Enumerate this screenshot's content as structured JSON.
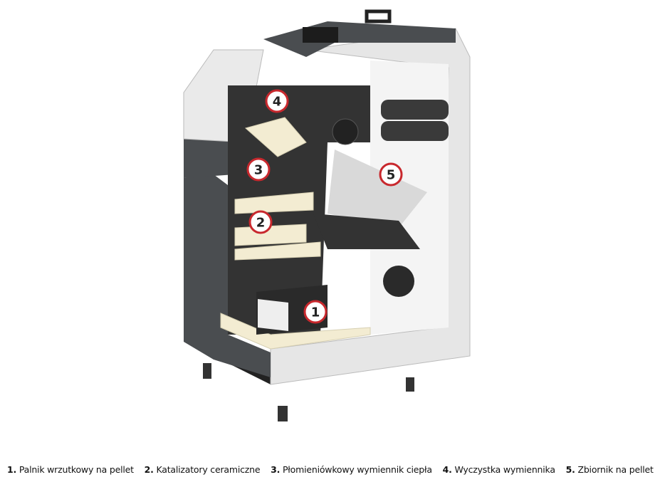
{
  "markers": [
    "1",
    "2",
    "3",
    "4",
    "5"
  ],
  "caption": [
    {
      "num": "1.",
      "label": "Palnik wrzutkowy na pellet"
    },
    {
      "num": "2.",
      "label": "Katalizatory ceramiczne"
    },
    {
      "num": "3.",
      "label": "Płomieniówkowy wymiennik ciepła"
    },
    {
      "num": "4.",
      "label": "Wyczystka wymiennika"
    },
    {
      "num": "5.",
      "label": "Zbiornik na pellet"
    }
  ],
  "colors": {
    "marker_ring": "#c8282d",
    "casing_dark": "#4a4d50",
    "casing_light": "#e8e8e8",
    "ceramic": "#f3ecd2"
  }
}
